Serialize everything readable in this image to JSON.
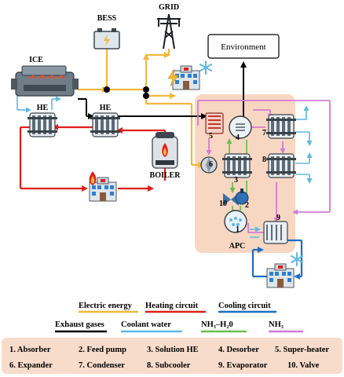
{
  "labels": {
    "bess": "BESS",
    "grid": "GRID",
    "environment": "Environment",
    "ice": "ICE",
    "he_left": "HE",
    "he_right": "HE",
    "boiler": "BOILER",
    "apc": "APC"
  },
  "node_numbers": [
    "1",
    "2",
    "3",
    "4",
    "5",
    "6",
    "7",
    "8",
    "9",
    "10"
  ],
  "legend": {
    "electric": "Electric energy",
    "heating": "Heating circuit",
    "cooling": "Cooling circuit",
    "exhaust": "Exhaust gases",
    "coolant": "Coolant water",
    "nh3h2o": "NH₃–H₂0",
    "nh3": "NH₃"
  },
  "components": [
    [
      "1. Absorber",
      "2. Feed pump",
      "3. Solution HE",
      "4. Desorber",
      "5. Super-heater"
    ],
    [
      "6. Expander",
      "7. Condenser",
      "8. Subcooler",
      "9. Evaporator",
      "10. Valve"
    ]
  ],
  "colors": {
    "electric": "#f3b73a",
    "heating": "#e0201c",
    "cooling": "#1c6fc4",
    "exhaust": "#000000",
    "coolant": "#5fb8e6",
    "nh3h2o": "#6bbf4e",
    "nh3": "#d37bd6",
    "apc_bg": "#f8d7c2",
    "legend_bg": "#f8dccb"
  },
  "icons": [
    "battery-icon",
    "power-tower-icon",
    "engine-icon",
    "heat-exchanger-icon",
    "boiler-icon",
    "building-icon",
    "snowflake-icon",
    "lightning-icon",
    "fire-icon"
  ]
}
